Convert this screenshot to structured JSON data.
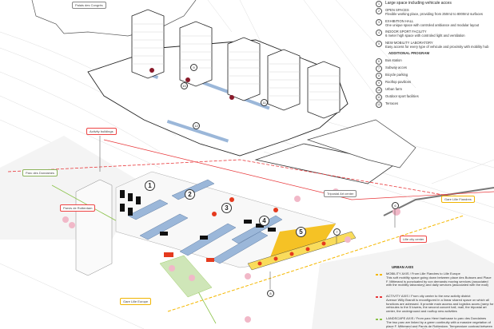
{
  "place_labels": {
    "palais": "Palais des Congrès",
    "activity": "Activity buildings",
    "parc": "Parc des Dondaines",
    "parvis": "Parvis de Rotterdam",
    "tripostal": "Tripostal Art center",
    "flandres": "Gare Lille Flandres",
    "city": "Lille city center",
    "europe": "Gare Lille Europe"
  },
  "markers": [
    "1",
    "2",
    "3",
    "4",
    "5"
  ],
  "small_markers": {
    "m6": "6",
    "m7": "7",
    "m8": "8",
    "m9": "9",
    "m10": "10",
    "m11": "11",
    "m12": "12"
  },
  "legend": {
    "main": [
      {
        "n": "1",
        "title": "",
        "desc": "Large space including vehicule acces"
      },
      {
        "n": "2",
        "title": "OPEN SPACES",
        "desc": "Flexible working place, providing from 250m2 to 8000m2 surfaces"
      },
      {
        "n": "3",
        "title": "EXHIBITION HALL",
        "desc": "One unique space with controled ambiance and modular layout"
      },
      {
        "n": "4",
        "title": "INDOOR SPORT FACILITY",
        "desc": "6 meter high space with controled light and ventilation"
      },
      {
        "n": "5",
        "title": "NEW MOBILITY LABORATORY",
        "desc": "Easy access for every type of vehicule and proximity with mobility hub"
      }
    ],
    "additional_heading": "ADDITIONAL PROGRAM",
    "additional": [
      {
        "n": "6",
        "label": "Bus station"
      },
      {
        "n": "7",
        "label": "Subway acces"
      },
      {
        "n": "8",
        "label": "Bicycle parking"
      },
      {
        "n": "9",
        "label": "Rooftop pavilions"
      },
      {
        "n": "10",
        "label": "Urban farm"
      },
      {
        "n": "11",
        "label": "Outdoor sport facilities"
      },
      {
        "n": "12",
        "label": "Terraces"
      }
    ],
    "urban_heading": "URBAN AXIS",
    "urban": [
      {
        "color": "#f5b800",
        "text": "MOBILITY AXIS / From Lille Flandres to Lille Europe\nThis soft mobility space going down between place des Buisses and Place F. Mitterand  is ponctuated by von demands moving services (associated with the mobility laboratory) and daily services (associated with the mall)"
      },
      {
        "color": "#e8373a",
        "text": "ACTIVITY AXIS / From city center to the new activity district\nAvenue Willy Brandt is reconfigured in a linear shared space on which all functions are adressed. It provide main access and logistics acces (ramp for vehicules to the 5 towers, the second concert hall, mall, the tripostal art center, the underground and rooftop new activities"
      },
      {
        "color": "#8bc34a",
        "text": "LANDSCAPE AXIS / From parc Henri barbusse to parc des Dondaines\nThe two parc are linked by a green continuity with a massive vegetation of place F. Mitterand and Parvis de Rotterdam. Temperature contrast between south and north facade will be naturally regulated"
      }
    ]
  },
  "colors": {
    "mobility": "#f5b800",
    "activity": "#e8373a",
    "landscape": "#8bc34a",
    "roof": "#9bb7d9",
    "accent": "#d42a1e"
  }
}
